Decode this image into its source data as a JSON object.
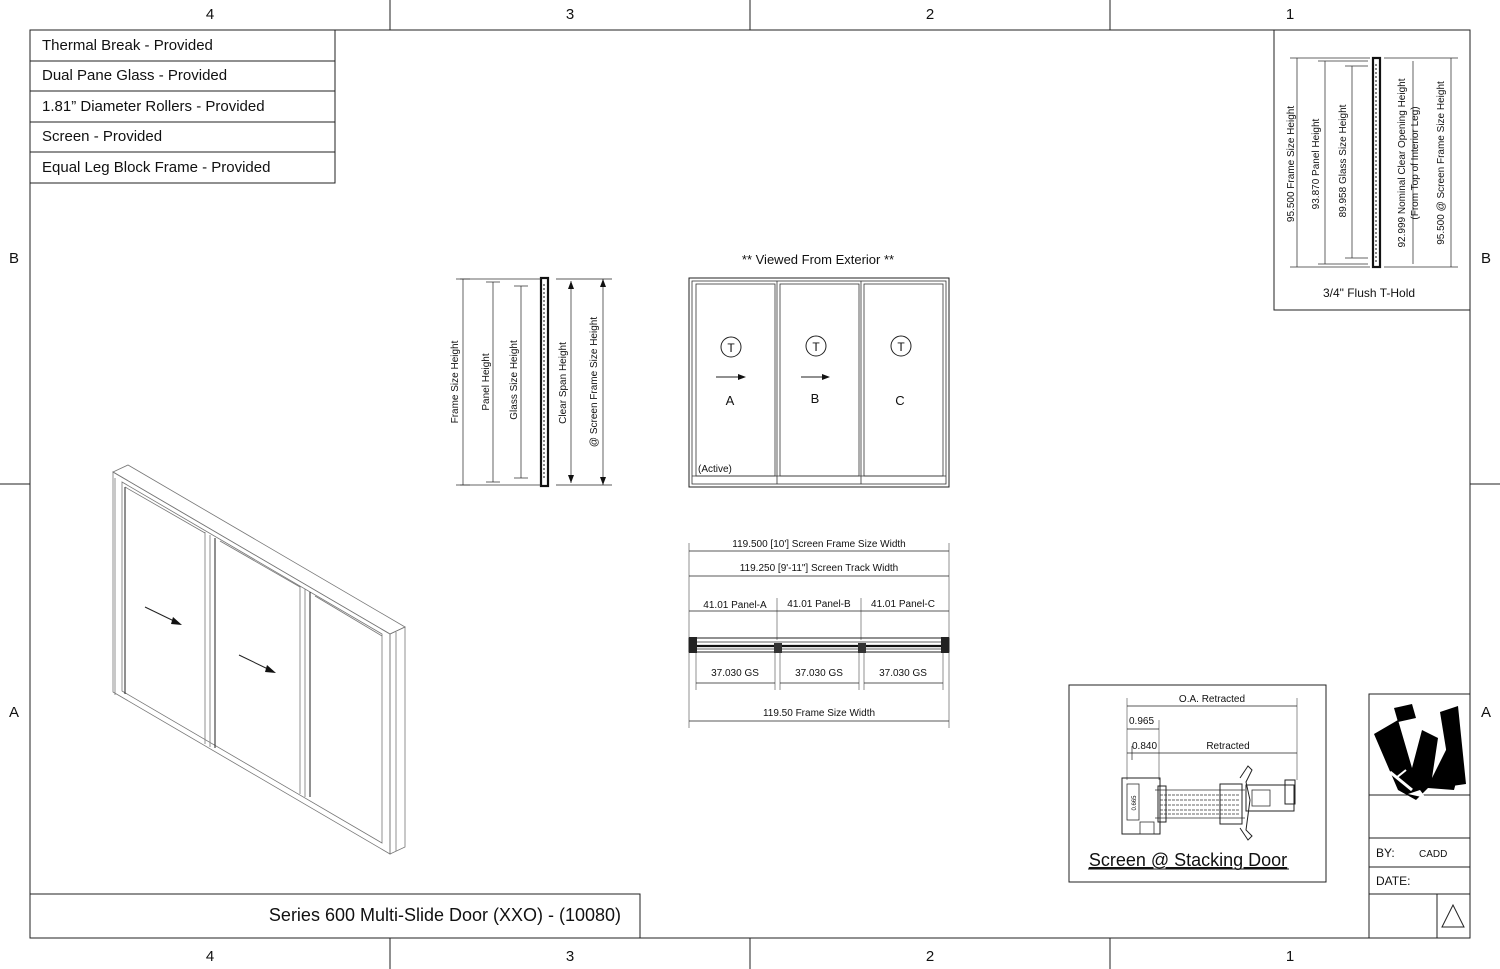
{
  "border": {
    "columns": [
      "4",
      "3",
      "2",
      "1"
    ],
    "rows": [
      "B",
      "A"
    ]
  },
  "features": [
    "Thermal Break - Provided",
    "Dual Pane Glass - Provided",
    "1.81” Diameter Rollers - Provided",
    "Screen - Provided",
    "Equal Leg Block Frame - Provided"
  ],
  "section_labels": [
    "Frame Size Height",
    "Panel Height",
    "Glass Size Height",
    "Clear Span Height",
    "@ Screen Frame Size Height"
  ],
  "elevation": {
    "title": "** Viewed From Exterior **",
    "panels": [
      {
        "letter": "A",
        "marker": "T"
      },
      {
        "letter": "B",
        "marker": "T"
      },
      {
        "letter": "C",
        "marker": "T"
      }
    ],
    "active_label": "(Active)"
  },
  "plan_dims": {
    "screen_frame_width": "119.500 [10'] Screen Frame Size Width",
    "screen_track_width": "119.250 [9'-11\"] Screen Track Width",
    "panels": [
      "41.01 Panel-A",
      "41.01 Panel-B",
      "41.01 Panel-C"
    ],
    "gs": [
      "37.030 GS",
      "37.030 GS",
      "37.030 GS"
    ],
    "frame_width": "119.50 Frame Size Width"
  },
  "tee_hold": {
    "labels": [
      "95.500 Frame Size Height",
      "93.870 Panel Height",
      "89.958 Glass Size Height",
      "92.999 Nominal Clear Opening Height",
      "(From Top of Interior Leg)",
      "95.500 @ Screen Frame Size Height"
    ],
    "caption": "3/4\" Flush T-Hold"
  },
  "stacking": {
    "oa": "O.A. Retracted",
    "d1": "0.965",
    "d2": "0.840",
    "retracted": "Retracted",
    "small": "0.665",
    "caption": "Screen @ Stacking Door"
  },
  "title_block": {
    "by_label": "BY:",
    "by_value": "CADD",
    "date_label": "DATE:",
    "date_value": "",
    "logo": "W"
  },
  "drawing_title": "Series 600 Multi-Slide Door (XXO) - (10080)"
}
